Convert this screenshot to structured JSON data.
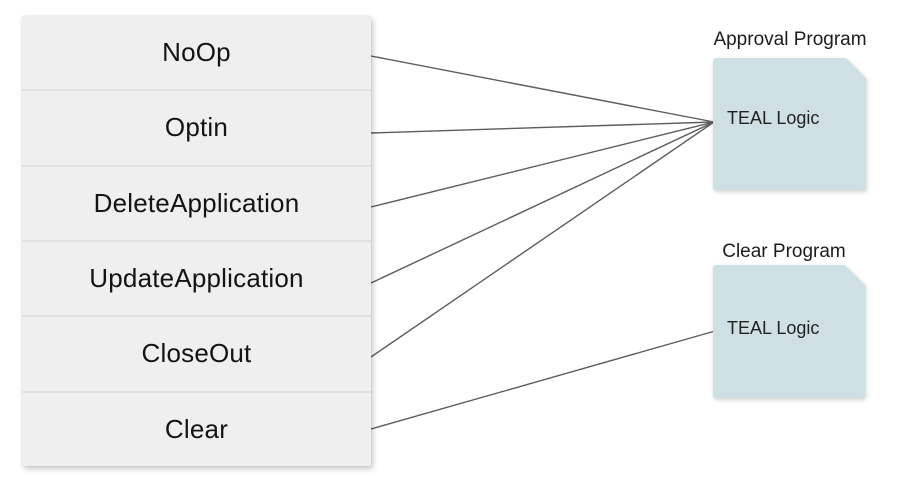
{
  "diagram": {
    "background_color": "#ffffff",
    "connector_color": "#5c5c5c",
    "table_fill_color": "#efefef",
    "document_fill_color": "#cfe0e4"
  },
  "actions_table": {
    "rows": [
      {
        "label": "NoOp"
      },
      {
        "label": "Optin"
      },
      {
        "label": "DeleteApplication"
      },
      {
        "label": "UpdateApplication"
      },
      {
        "label": "CloseOut"
      },
      {
        "label": "Clear"
      }
    ]
  },
  "programs": {
    "approval": {
      "title": "Approval Program",
      "body": "TEAL Logic",
      "fill": "#cfe0e4"
    },
    "clear": {
      "title": "Clear Program",
      "body": "TEAL Logic",
      "fill": "#cfe0e4"
    }
  },
  "connections": [
    {
      "from": "NoOp",
      "to": "Approval Program"
    },
    {
      "from": "Optin",
      "to": "Approval Program"
    },
    {
      "from": "DeleteApplication",
      "to": "Approval Program"
    },
    {
      "from": "UpdateApplication",
      "to": "Approval Program"
    },
    {
      "from": "CloseOut",
      "to": "Approval Program"
    },
    {
      "from": "Clear",
      "to": "Clear Program"
    }
  ]
}
